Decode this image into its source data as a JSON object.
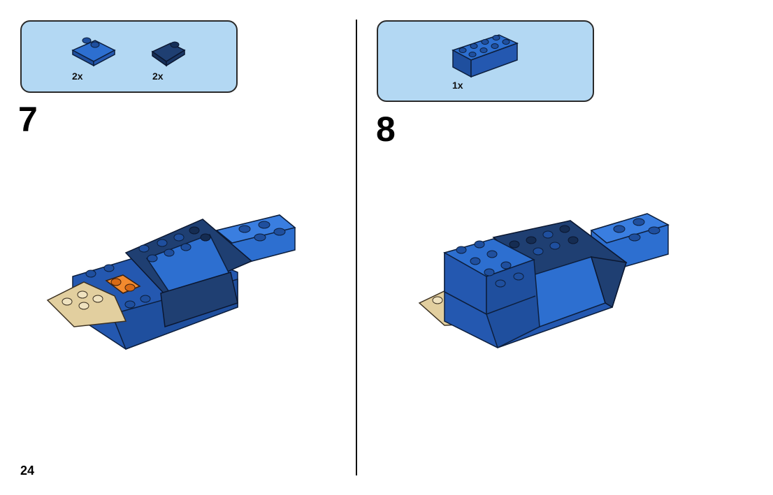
{
  "page": {
    "number": "24"
  },
  "steps": [
    {
      "number": "7",
      "parts": [
        {
          "qty": "2x",
          "icon": "blue-slope-brick-icon",
          "color": "#2d6fd0"
        },
        {
          "qty": "2x",
          "icon": "dark-blue-slope-brick-icon",
          "color": "#1f3f72"
        }
      ]
    },
    {
      "number": "8",
      "parts": [
        {
          "qty": "1x",
          "icon": "blue-2x4-brick-icon",
          "color": "#2d6fd0"
        }
      ]
    }
  ],
  "colors": {
    "parts_box": "#b3d8f3",
    "blue": "#2d6fd0",
    "dark_blue": "#1f3f72",
    "tan": "#e2cf9f",
    "orange": "#f28a2e"
  }
}
